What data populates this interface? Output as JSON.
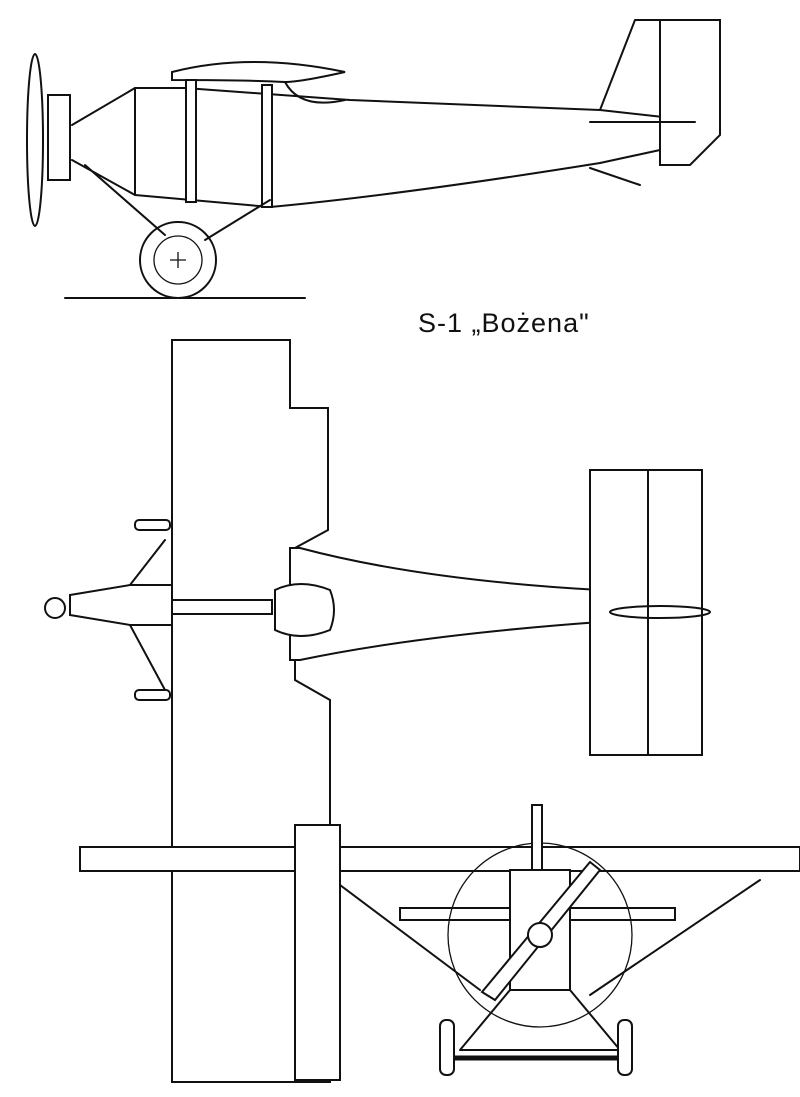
{
  "drawing": {
    "title": "S-1 „Bożena\"",
    "views": [
      "side-view",
      "top-view",
      "front-view"
    ]
  }
}
